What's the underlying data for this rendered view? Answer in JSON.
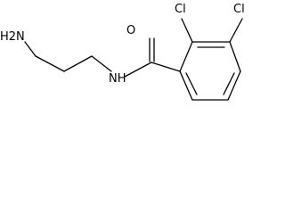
{
  "structure": {
    "atoms": {
      "amine": "H2N",
      "amide_nitrogen": "NH",
      "carbonyl_oxygen": "O",
      "chlorine_2": "Cl",
      "chlorine_3": "Cl"
    },
    "colors": {
      "bonds": "#000000",
      "labels": "#000000",
      "background": "#ffffff"
    }
  }
}
